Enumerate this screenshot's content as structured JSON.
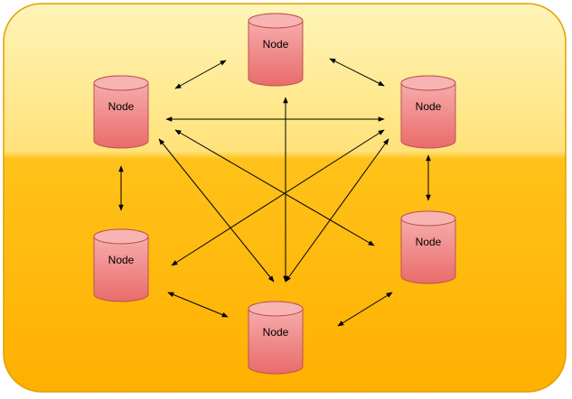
{
  "diagram": {
    "colors": {
      "panel_top": "#fff4b8",
      "panel_mid": "#ffd04a",
      "panel_bottom": "#ffb000",
      "panel_border": "#e0a000",
      "node_fill_light": "#f8b3b3",
      "node_fill_dark": "#ea6b6b",
      "node_stroke": "#b85450",
      "edge": "#000000"
    },
    "nodes": [
      {
        "id": "n-top",
        "label": "Node"
      },
      {
        "id": "n-upper-left",
        "label": "Node"
      },
      {
        "id": "n-upper-right",
        "label": "Node"
      },
      {
        "id": "n-lower-left",
        "label": "Node"
      },
      {
        "id": "n-lower-right",
        "label": "Node"
      },
      {
        "id": "n-bottom",
        "label": "Node"
      }
    ],
    "edges": [
      {
        "from": "n-top",
        "to": "n-upper-left"
      },
      {
        "from": "n-top",
        "to": "n-upper-right"
      },
      {
        "from": "n-top",
        "to": "n-bottom"
      },
      {
        "from": "n-upper-left",
        "to": "n-upper-right"
      },
      {
        "from": "n-upper-left",
        "to": "n-lower-left"
      },
      {
        "from": "n-upper-left",
        "to": "n-bottom"
      },
      {
        "from": "n-upper-left",
        "to": "n-lower-right"
      },
      {
        "from": "n-upper-right",
        "to": "n-lower-left"
      },
      {
        "from": "n-upper-right",
        "to": "n-bottom"
      },
      {
        "from": "n-upper-right",
        "to": "n-lower-right"
      },
      {
        "from": "n-lower-left",
        "to": "n-bottom"
      },
      {
        "from": "n-bottom",
        "to": "n-lower-right"
      }
    ]
  }
}
